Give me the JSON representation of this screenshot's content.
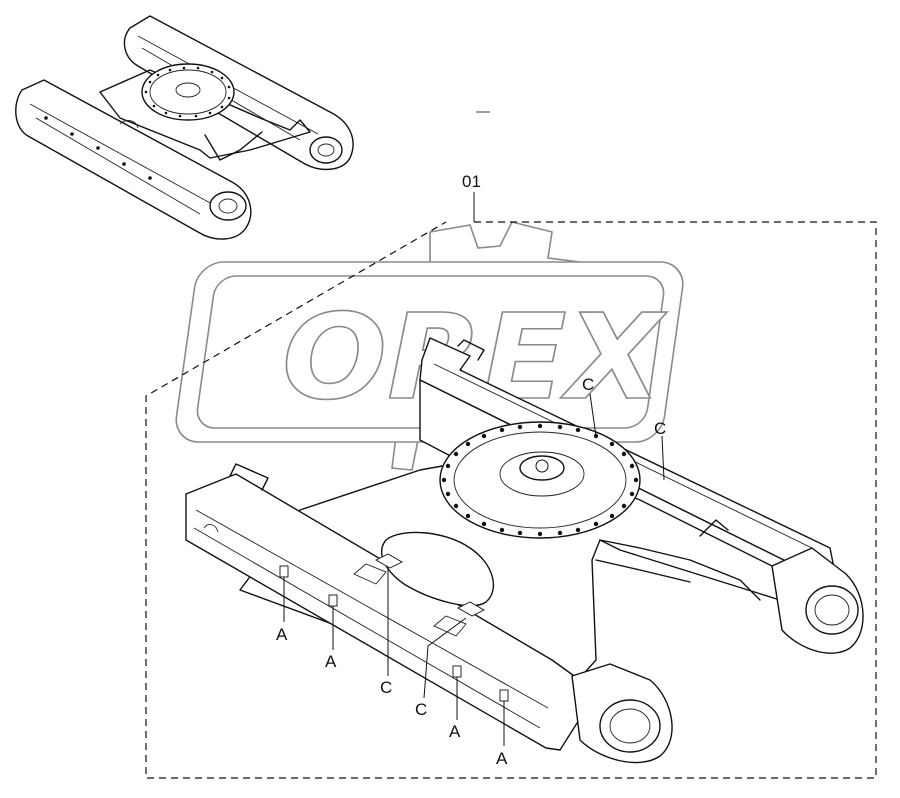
{
  "watermark": {
    "text": "OREX"
  },
  "callout_main": "01",
  "labels": {
    "a1": "A",
    "a2": "A",
    "a3": "A",
    "a4": "A",
    "c1": "C",
    "c2": "C",
    "c_top1": "C",
    "c_top2": "C"
  }
}
